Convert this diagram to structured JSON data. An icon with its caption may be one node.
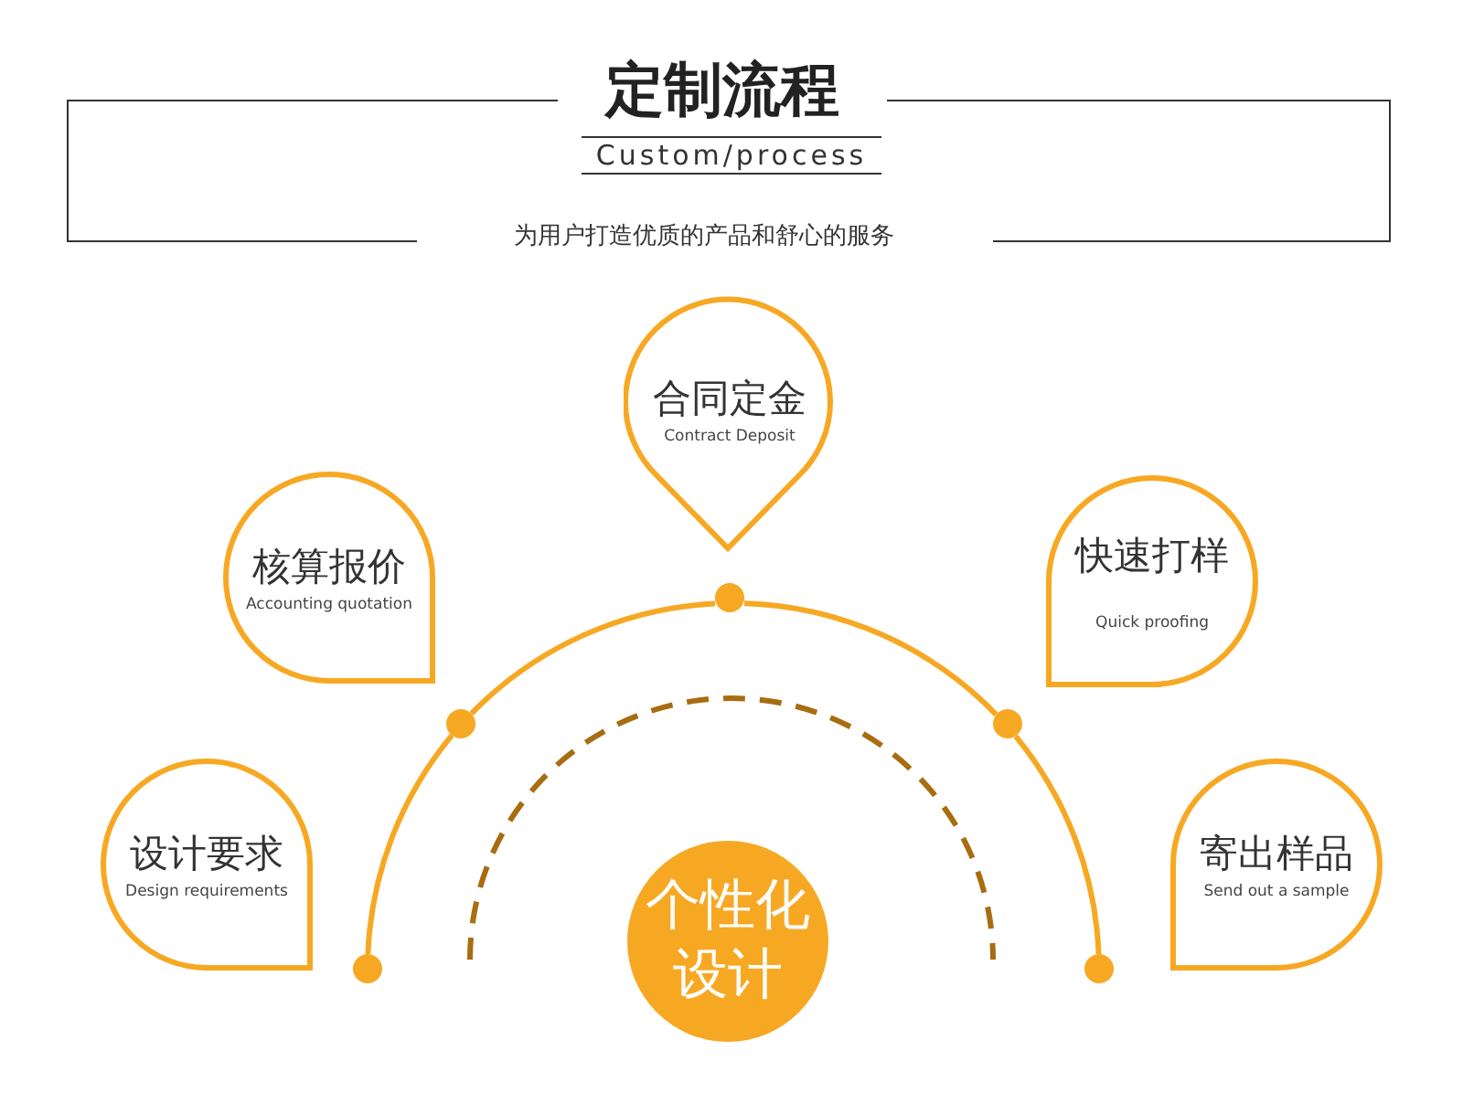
{
  "diagram": {
    "title": "定制流程",
    "nodes": [
      {
        "text": [
          "合同定金",
          "Contract Deposit"
        ]
      },
      {
        "text": [
          "核算报价",
          "Accounting quotation"
        ]
      },
      {
        "text": [
          "快速打样",
          "Quick proofing"
        ]
      },
      {
        "text": [
          "设计要求",
          "Design requirements"
        ]
      },
      {
        "text": [
          "寄出样品",
          "Send out a sample"
        ]
      },
      {
        "text": [
          "个性化设计"
        ]
      },
      {
        "text": [],
        "shape": "circle"
      },
      {
        "text": [],
        "shape": "circle"
      },
      {
        "text": [],
        "shape": "circle"
      },
      {
        "text": [],
        "shape": "circle"
      },
      {
        "text": [],
        "shape": "circle"
      }
    ],
    "edges": [
      {
        "from": 6,
        "to": 7,
        "arrow": "none"
      },
      {
        "from": 7,
        "to": 8,
        "arrow": "none"
      },
      {
        "from": 8,
        "to": 9,
        "arrow": "none"
      },
      {
        "from": 9,
        "to": 10,
        "arrow": "none"
      }
    ],
    "labels": [
      "Custom/process",
      "为用户打造优质的产品和舒心的服务"
    ]
  }
}
